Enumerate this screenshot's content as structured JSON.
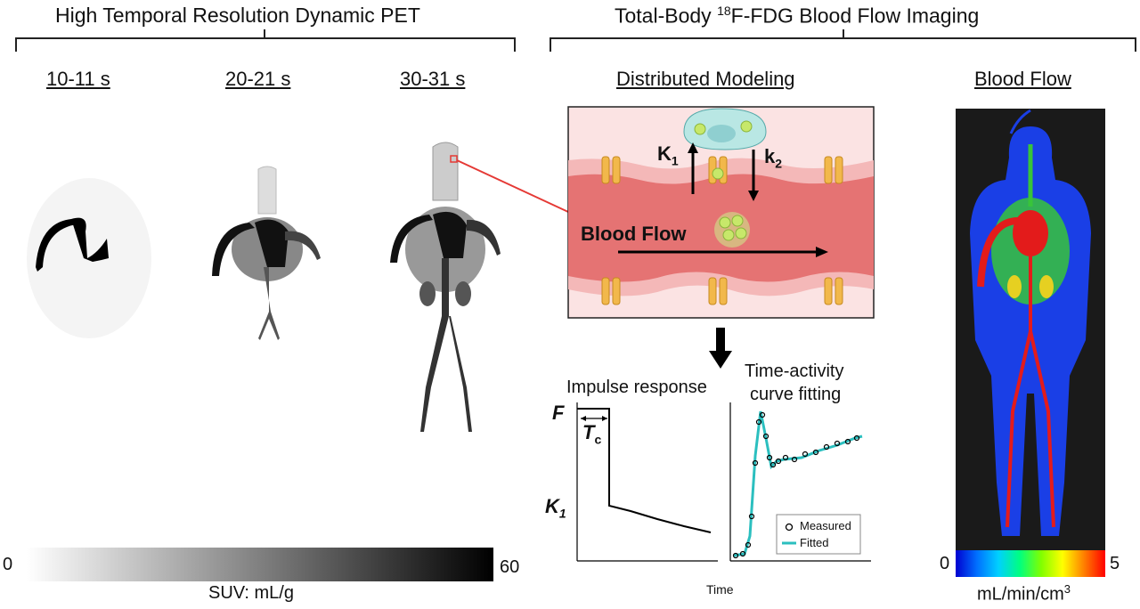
{
  "left_panel": {
    "title": "High Temporal Resolution Dynamic PET",
    "frames": [
      "10-11 s",
      "20-21 s",
      "30-31 s"
    ],
    "colorbar": {
      "min": "0",
      "max": "60",
      "unit": "SUV: mL/g"
    }
  },
  "right_panel": {
    "title_pre": "Total-Body ",
    "title_sup": "18",
    "title_post": "F-FDG Blood Flow Imaging",
    "model": {
      "title": "Distributed Modeling",
      "k1_main": "K",
      "k1_sub": "1",
      "k2_main": "k",
      "k2_sub": "2",
      "flow_label": "Blood Flow"
    },
    "impulse": {
      "title": "Impulse response",
      "f_label": "F",
      "tc_main": "T",
      "tc_sub": "c",
      "k1_main": "K",
      "k1_sub": "1"
    },
    "tac": {
      "title_line1": "Time-activity",
      "title_line2": "curve fitting",
      "legend_measured": "Measured",
      "legend_fitted": "Fitted",
      "x_label": "Time"
    },
    "flow_map": {
      "title": "Blood Flow",
      "min": "0",
      "max": "5",
      "unit_pre": "mL/min/cm",
      "unit_sup": "3"
    }
  },
  "colors": {
    "vessel": "#e57373",
    "vessel_light": "#f4b8b8",
    "tissue_bg": "#fbe3e3",
    "junction": "#f2b84b",
    "cell": "#b9e7e4",
    "fitted": "#2bbfbf",
    "flow_map_bg": "#1a1a1a"
  }
}
